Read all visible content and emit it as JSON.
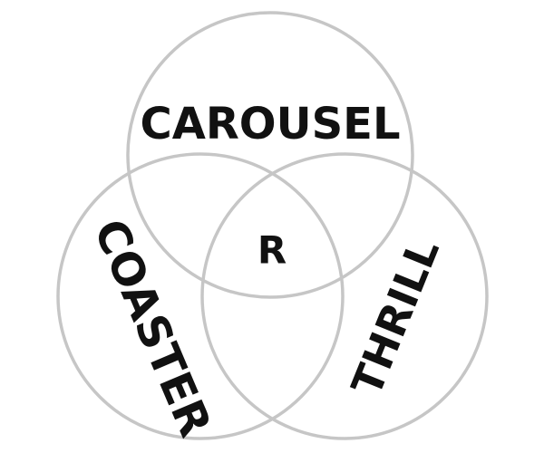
{
  "diagram": {
    "type": "venn",
    "sets": [
      {
        "id": "top",
        "label": "CAROUSEL"
      },
      {
        "id": "left",
        "label": "COASTER"
      },
      {
        "id": "right",
        "label": "THRILL"
      }
    ],
    "center_label": "R",
    "colors": {
      "circle_stroke": "#c6c6c6",
      "text": "#111111",
      "background": "#ffffff"
    }
  }
}
